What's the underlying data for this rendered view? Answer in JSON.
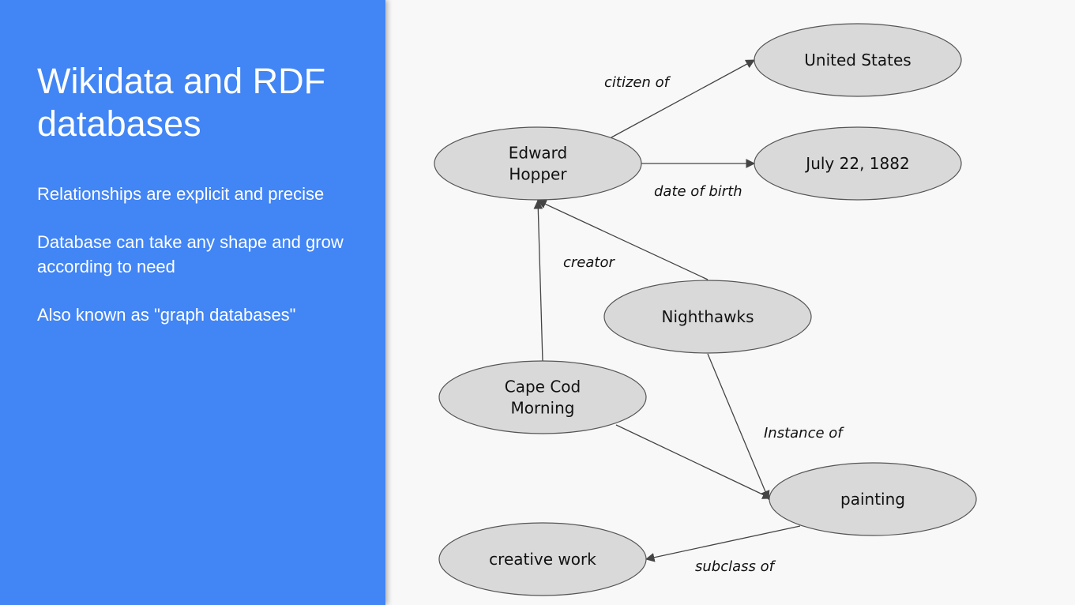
{
  "slide": {
    "title": "Wikidata and RDF databases",
    "bullets": [
      "Relationships are explicit and precise",
      "Database can take any shape and grow according to need",
      "Also known as \"graph databases\""
    ]
  },
  "graph": {
    "nodes": [
      {
        "id": "edward_hopper",
        "lines": [
          "Edward",
          "Hopper"
        ]
      },
      {
        "id": "united_states",
        "lines": [
          "United States"
        ]
      },
      {
        "id": "birth_date",
        "lines": [
          "July 22, 1882"
        ]
      },
      {
        "id": "nighthawks",
        "lines": [
          "Nighthawks"
        ]
      },
      {
        "id": "cape_cod_morning",
        "lines": [
          "Cape Cod",
          "Morning"
        ]
      },
      {
        "id": "painting",
        "lines": [
          "painting"
        ]
      },
      {
        "id": "creative_work",
        "lines": [
          "creative work"
        ]
      }
    ],
    "edges": [
      {
        "from": "edward_hopper",
        "to": "united_states",
        "label": "citizen of"
      },
      {
        "from": "edward_hopper",
        "to": "birth_date",
        "label": "date of birth"
      },
      {
        "from": "nighthawks",
        "to": "edward_hopper",
        "label": "creator"
      },
      {
        "from": "cape_cod_morning",
        "to": "edward_hopper",
        "label": ""
      },
      {
        "from": "nighthawks",
        "to": "painting",
        "label": "Instance of"
      },
      {
        "from": "cape_cod_morning",
        "to": "painting",
        "label": ""
      },
      {
        "from": "painting",
        "to": "creative_work",
        "label": "subclass of"
      }
    ]
  },
  "colors": {
    "panel": "#4285f4",
    "canvas": "#f8f8f8",
    "node_fill": "#d9d9d9",
    "node_stroke": "#555555",
    "edge": "#444444"
  }
}
